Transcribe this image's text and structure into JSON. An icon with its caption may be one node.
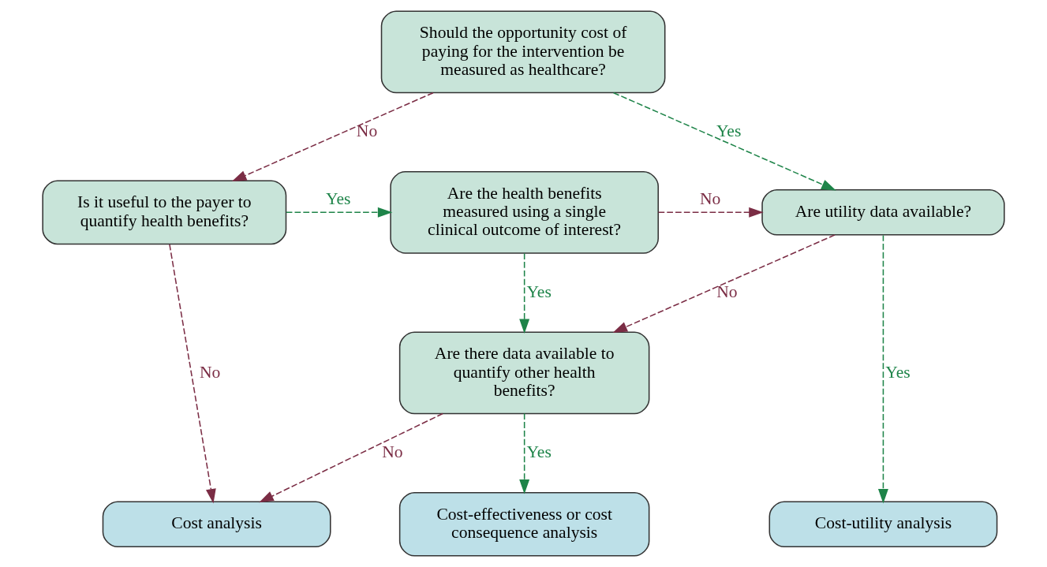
{
  "diagram": {
    "nodes": [
      {
        "text": [
          "Should the opportunity cost of paying for the intervention be measured as healthcare?"
        ]
      },
      {
        "text": [
          "Are utility data available?"
        ]
      },
      {
        "text": [
          "Are the health benefits measured using a single clinical outcome of interest?"
        ]
      },
      {
        "text": [
          "Is it useful to the payer to quantify health benefits?"
        ]
      },
      {
        "text": [
          "Are there data available to quantify other health benefits?"
        ]
      },
      {
        "text": [
          "Cost-utility analysis"
        ]
      },
      {
        "text": [
          "Cost-effectiveness or cost consequence analysis"
        ]
      },
      {
        "text": [
          "Cost analysis"
        ]
      }
    ],
    "edges": [
      {
        "from": 0,
        "to": 1,
        "arrow": "to",
        "label": "Yes",
        "style": "dashed",
        "color": "#1e8449"
      },
      {
        "from": 0,
        "to": 3,
        "arrow": "to",
        "label": "No",
        "style": "dashed",
        "color": "#7b2d45"
      },
      {
        "from": 3,
        "to": 2,
        "arrow": "to",
        "label": "Yes",
        "style": "dashed",
        "color": "#1e8449"
      },
      {
        "from": 2,
        "to": 1,
        "arrow": "to",
        "label": "No",
        "style": "dashed",
        "color": "#7b2d45"
      },
      {
        "from": 2,
        "to": 4,
        "arrow": "to",
        "label": "Yes",
        "style": "dashed",
        "color": "#1e8449"
      },
      {
        "from": 1,
        "to": 4,
        "arrow": "to",
        "label": "No",
        "style": "dashed",
        "color": "#7b2d45"
      },
      {
        "from": 1,
        "to": 5,
        "arrow": "to",
        "label": "Yes",
        "style": "dashed",
        "color": "#1e8449"
      },
      {
        "from": 4,
        "to": 6,
        "arrow": "to",
        "label": "Yes",
        "style": "dashed",
        "color": "#1e8449"
      },
      {
        "from": 4,
        "to": 7,
        "arrow": "to",
        "label": "No",
        "style": "dashed",
        "color": "#7b2d45"
      },
      {
        "from": 3,
        "to": 7,
        "arrow": "to",
        "label": "No",
        "style": "dashed",
        "color": "#7b2d45"
      }
    ]
  }
}
